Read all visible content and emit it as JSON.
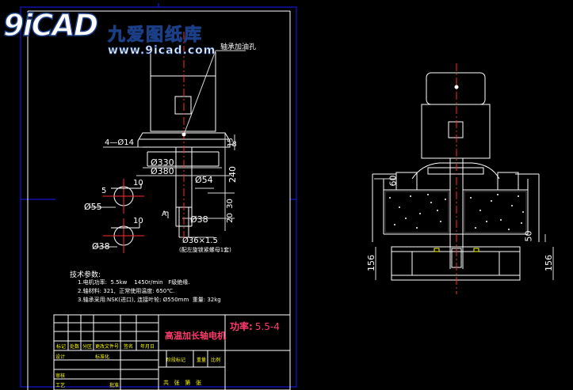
{
  "watermark": {
    "logo_text": "9iCAD",
    "site_name": "九爱图纸库",
    "url": "www.9icad.com"
  },
  "callouts": {
    "oil_hole": "轴承加油孔",
    "holes": "4—Ø14",
    "d330": "Ø330",
    "d380": "Ø380",
    "d54": "Ø54",
    "d38": "Ø38",
    "d36": "Ø36×1.5",
    "h240": "240",
    "h30": "30",
    "h20": "20",
    "h15": "15",
    "h8": "8",
    "d55": "Ø55",
    "d38b": "Ø38",
    "n5": "5",
    "n10a": "10",
    "n10b": "10",
    "mark_a": "A",
    "note_under": "(配左旋锁紧螺母1套)",
    "r60": "60",
    "r50": "50",
    "r156a": "156",
    "r156b": "156"
  },
  "tech": {
    "heading": "技术参数:",
    "lines": [
      "1.电机功率:  5.5kw    1450r/min   F级绝缘.",
      "2.轴材料: 321,  正常使用温度: 650℃.",
      "3.轴承采用:NSK(进口), 连接叶轮: Ø550mm  重量: 32kg"
    ]
  },
  "title_block": {
    "name": "高温加长轴电机",
    "model_label": "功率:",
    "model_value": "5.5-4",
    "row_labels": [
      "标记",
      "处数",
      "分区",
      "更改文件号",
      "签名",
      "年月日"
    ],
    "left_labels": [
      "设计",
      "标准化",
      "审核",
      "工艺",
      "批准"
    ],
    "stage_labels": [
      "阶段标记",
      "重量",
      "比例"
    ],
    "sheet_text": "共   张   第   张"
  },
  "colors": {
    "line": "#ffffff",
    "dim": "#d9d9d9",
    "border": "#1a1aff",
    "red": "#ff2a2a",
    "yellow": "#ffff00",
    "title_text": "#ff3b6b",
    "watermark": "#1b3f86"
  }
}
